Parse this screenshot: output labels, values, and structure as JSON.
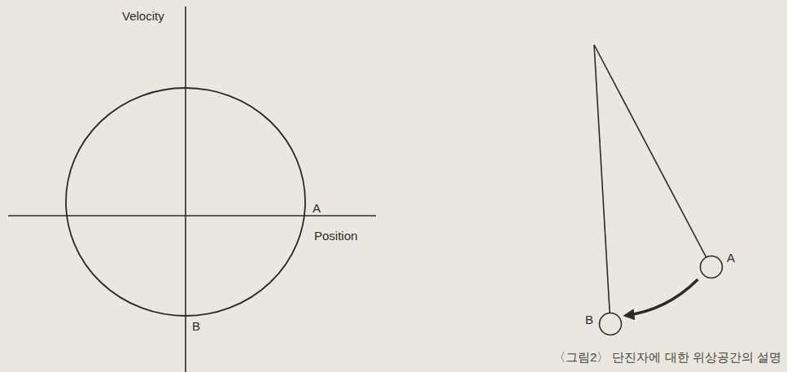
{
  "diagram": {
    "caption": "〈그림2〉 단진자에 대한 위상공간의 설명",
    "nodes": [
      {
        "text": [
          "A"
        ]
      },
      {
        "text": [
          "B"
        ]
      }
    ],
    "edges": [
      {
        "from": 0,
        "to": 1,
        "arrow": "to"
      }
    ],
    "labels": [
      "Velocity",
      "Position",
      "A",
      "B"
    ]
  }
}
